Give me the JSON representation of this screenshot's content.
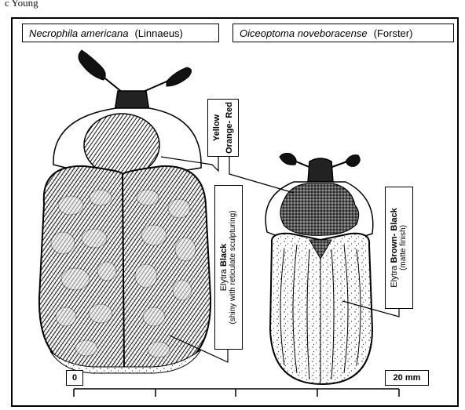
{
  "top_note": "c Young",
  "species": [
    {
      "name": "Necrophila americana",
      "authority": "(Linnaeus)"
    },
    {
      "name": "Oiceoptoma noveboracense",
      "authority": "(Forster)"
    }
  ],
  "labels": {
    "yellow": "Yellow",
    "orange_red": "Orange- Red",
    "elytra_black_prefix": "Elytra ",
    "elytra_black_color": "Black",
    "elytra_black_note": "(shiny with reticulate sculpturing)",
    "elytra_brown_prefix": "Elytra ",
    "elytra_brown_color": "Brown- Black",
    "elytra_brown_note": "(matte finish)"
  },
  "scale": {
    "start": "0",
    "end": "20 mm"
  },
  "colors": {
    "ink": "#000000",
    "paper": "#ffffff",
    "hatch_dark": "#1a1a1a",
    "stipple": "#222222"
  }
}
